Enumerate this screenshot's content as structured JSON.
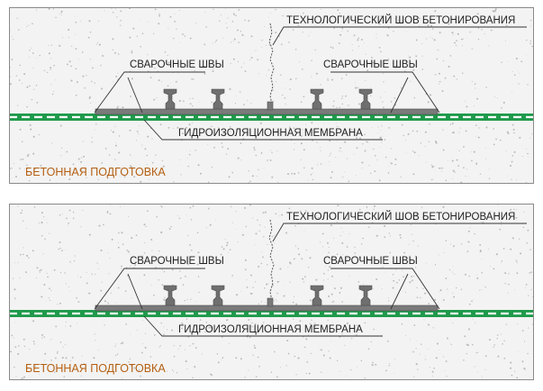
{
  "colors": {
    "concrete_fill": "#f3f3f3",
    "concrete_dots": "#b9b9b9",
    "frame": "#8a8a8a",
    "membrane_green": "#1f9a4b",
    "membrane_dash": "#ffffff",
    "plate": "#7a7a7a",
    "anchor": "#6f6f6f",
    "leader": "#333333",
    "base_label": "#b45f12"
  },
  "panels": [
    {
      "labels": {
        "joint": "ТЕХНОЛОГИЧЕСКИЙ ШОВ БЕТОНИРОВАНИЯ",
        "weld_left": "СВАРОЧНЫЕ ШВЫ",
        "weld_right": "СВАРОЧНЫЕ ШВЫ",
        "membrane": "ГИДРОИЗОЛЯЦИОННАЯ МЕМБРАНА",
        "base": "БЕТОННАЯ ПОДГОТОВКА"
      }
    },
    {
      "labels": {
        "joint": "ТЕХНОЛОГИЧЕСКИЙ ШОВ БЕТОНИРОВАНИЯ",
        "weld_left": "СВАРОЧНЫЕ ШВЫ",
        "weld_right": "СВАРОЧНЫЕ ШВЫ",
        "membrane": "ГИДРОИЗОЛЯЦИОННАЯ МЕМБРАНА",
        "base": "БЕТОННАЯ ПОДГОТОВКА"
      }
    }
  ]
}
